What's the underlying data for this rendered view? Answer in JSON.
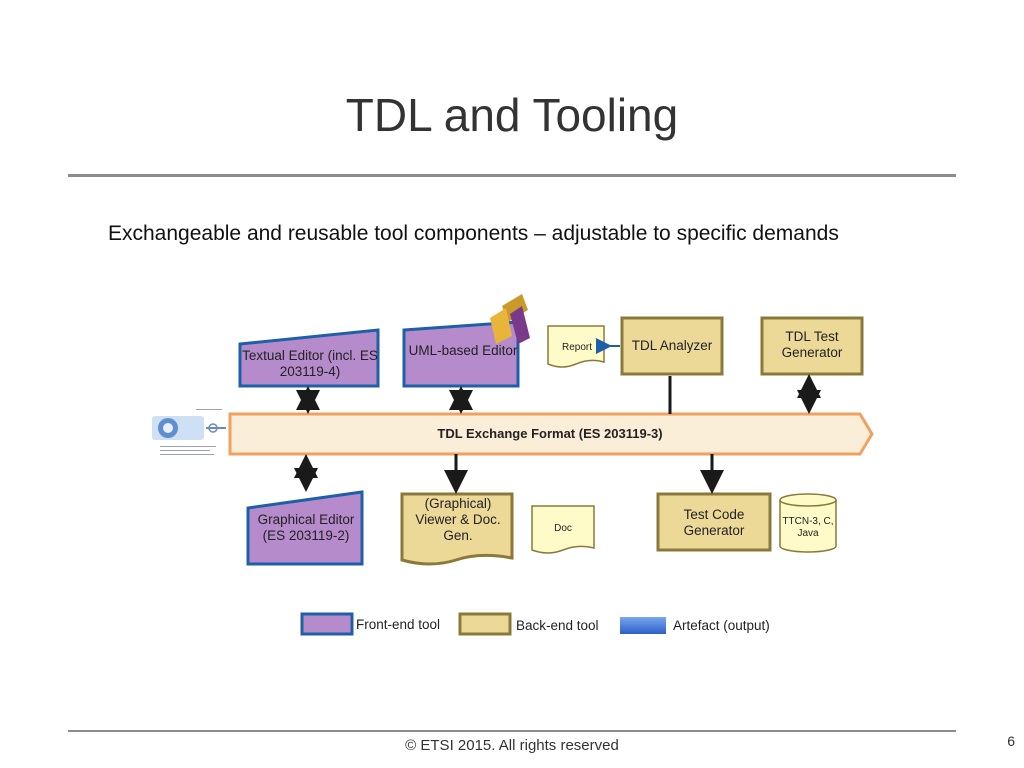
{
  "slide": {
    "title": "TDL and Tooling",
    "subtitle": "Exchangeable and reusable tool components – adjustable to specific demands",
    "footer": "© ETSI 2015. All rights reserved",
    "page_number": "6"
  },
  "colors": {
    "front_end_fill": "#b58bcc",
    "front_end_border": "#1f5fa8",
    "back_end_fill": "#ecd998",
    "back_end_border": "#8a7a3a",
    "artefact_fill": "#fffbc8",
    "exchange_band_fill": "#fbeed8",
    "exchange_band_border": "#f0a060",
    "connector": "#1a1a1a"
  },
  "diagram": {
    "front_end_tools": {
      "textual_editor": "Textual Editor (incl. ES 203119-4)",
      "uml_editor": "UML-based Editor",
      "graphical_editor": "Graphical Editor (ES 203119-2)"
    },
    "back_end_tools": {
      "tdl_analyzer": "TDL Analyzer",
      "tdl_test_generator": "TDL Test Generator",
      "viewer_doc_gen": "(Graphical) Viewer & Doc. Gen.",
      "test_code_generator": "Test Code Generator"
    },
    "artefacts": {
      "report": "Report",
      "doc": "Doc",
      "ttcn": "TTCN-3, C, Java"
    },
    "exchange_format": "TDL Exchange Format (ES 203119-3)",
    "legend": {
      "front_end": "Front-end tool",
      "back_end": "Back-end tool",
      "artefact": "Artefact (output)"
    }
  }
}
